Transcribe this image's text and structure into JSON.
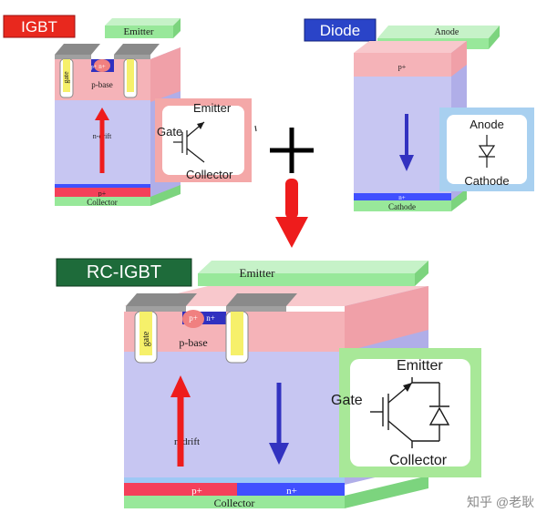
{
  "igbt": {
    "badge": "IGBT",
    "emitter": "Emitter",
    "gate": "gate",
    "n_plus": "n+",
    "p_plus_small": "p+",
    "p_base": "p-base",
    "n_drift": "n-drift",
    "p_plus": "p+",
    "collector": "Collector",
    "symbol": {
      "gate": "Gate",
      "emitter": "Emitter",
      "collector": "Collector"
    }
  },
  "diode": {
    "badge": "Diode",
    "anode": "Anode",
    "p_plus": "p+",
    "n_plus": "n+",
    "cathode": "Cathode",
    "symbol": {
      "anode": "Anode",
      "cathode": "Cathode"
    }
  },
  "plus": "+",
  "rc_igbt": {
    "badge": "RC-IGBT",
    "emitter": "Emitter",
    "gate": "gate",
    "n_plus": "n+",
    "p_plus_small": "p+",
    "p_base": "p-base",
    "n_drift": "n-drift",
    "p_plus": "p+",
    "n_plus_bottom": "n+",
    "collector": "Collector",
    "symbol": {
      "gate": "Gate",
      "emitter": "Emitter",
      "collector": "Collector"
    }
  },
  "watermark": "知乎 @老耿",
  "colors": {
    "igbt_badge": "#e8281e",
    "diode_badge": "#2a44c8",
    "rc_badge": "#1e6b3a",
    "emitter_green": "#98e89a",
    "p_base_pink": "#f5b3b8",
    "n_drift_lavender": "#c7c6f2",
    "arrow_red": "#ee1c1c",
    "arrow_blue": "#3232c0",
    "symbol_frame_pink": "#f4a8a8",
    "symbol_frame_blue": "#a8d0f0",
    "symbol_frame_green": "#a8e898"
  }
}
